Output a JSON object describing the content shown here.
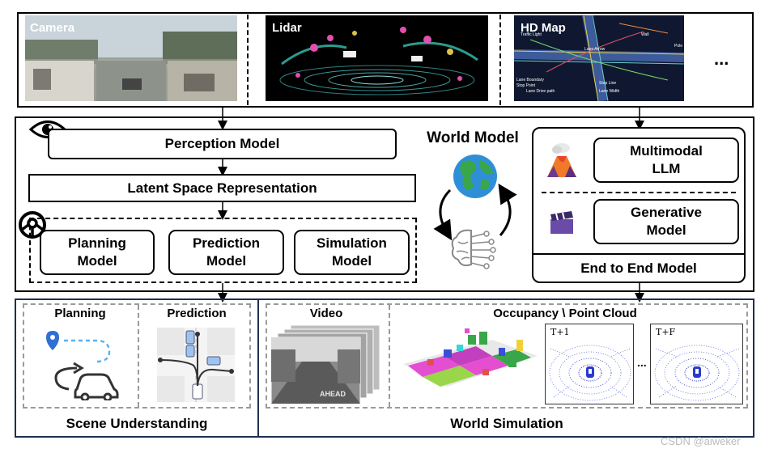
{
  "sensors": {
    "camera": "Camera",
    "lidar": "Lidar",
    "hdmap": "HD Map",
    "more": "...",
    "map_tags": [
      "Traffic Light",
      "Lane Arrow",
      "Wall",
      "Pole",
      "Lane Boundary",
      "Stop Point",
      "Lane Drive path",
      "Lane Width",
      "Stop Line"
    ]
  },
  "world_model": {
    "title": "World Model",
    "perception": "Perception Model",
    "latent": "Latent Space Representation",
    "planning": "Planning\nModel",
    "prediction": "Prediction\nModel",
    "simulation": "Simulation\nModel"
  },
  "e2e": {
    "llm": "Multimodal\nLLM",
    "generative": "Generative\nModel",
    "caption": "End to End Model"
  },
  "scene": {
    "planning": "Planning",
    "prediction": "Prediction",
    "caption": "Scene Understanding"
  },
  "worldsim": {
    "video": "Video",
    "occupancy": "Occupancy \\ Point Cloud",
    "t1": "T+1",
    "tf": "T+F",
    "dots": "...",
    "ahead": "AHEAD",
    "caption": "World Simulation"
  },
  "watermark": "CSDN @aiweker"
}
